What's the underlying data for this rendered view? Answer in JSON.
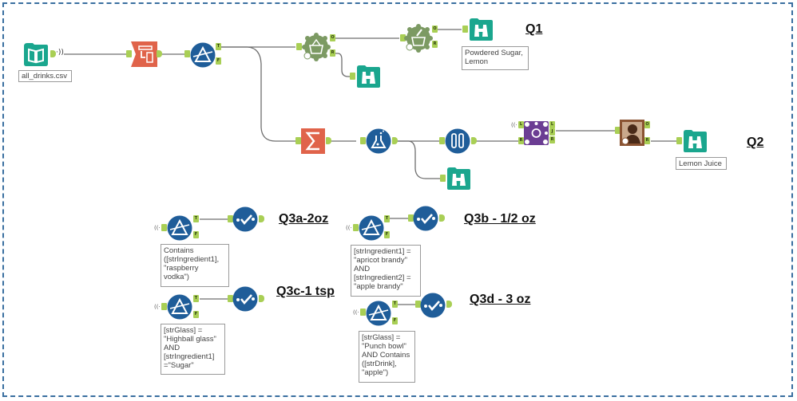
{
  "canvas": {
    "title": "Alteryx workflow canvas"
  },
  "tools": {
    "input": {
      "name": "Input Data",
      "annotation": "all_drinks.csv",
      "color": "#1aa68e"
    },
    "select": {
      "name": "Select",
      "color": "#e0634a"
    },
    "filter_main": {
      "name": "Filter",
      "color": "#1f5d99"
    },
    "market_basket_rules": {
      "name": "MB Rules",
      "color": "#7c9a63"
    },
    "market_basket_inspect": {
      "name": "MB Inspect",
      "color": "#7c9a63"
    },
    "browse_q1": {
      "name": "Browse",
      "annotation": "Powdered Sugar,\nLemon",
      "color": "#1aa68e"
    },
    "browse_rules": {
      "name": "Browse",
      "color": "#1aa68e"
    },
    "summarize": {
      "name": "Summarize",
      "color": "#e0634a"
    },
    "formula": {
      "name": "Formula",
      "color": "#1f5d99"
    },
    "browse_formula": {
      "name": "Browse",
      "color": "#1aa68e"
    },
    "sample": {
      "name": "Sample",
      "color": "#1f5d99"
    },
    "join": {
      "name": "Join",
      "color": "#6b3d93"
    },
    "predictive_tool": {
      "name": "Predictive",
      "color": "#8a5332"
    },
    "browse_q2": {
      "name": "Browse",
      "annotation": "Lemon Juice",
      "color": "#1aa68e"
    },
    "filter_q3a": {
      "name": "Filter",
      "annotation": "Contains\n([strIngredient1],\n\"raspberry\nvodka\")"
    },
    "test_q3a": {
      "name": "Test"
    },
    "filter_q3b": {
      "name": "Filter",
      "annotation": "[strIngredient1] =\n\"apricot brandy\"\nAND\n[strIngredient2] =\n\"apple brandy\""
    },
    "test_q3b": {
      "name": "Test"
    },
    "filter_q3c": {
      "name": "Filter",
      "annotation": "[strGlass] =\n\"Highball glass\"\nAND\n[strIngredient1]\n=\"Sugar\""
    },
    "test_q3c": {
      "name": "Test"
    },
    "filter_q3d": {
      "name": "Filter",
      "annotation": "[strGlass] =\n\"Punch bowl\"\nAND Contains\n([strDrink],\n\"apple\")"
    },
    "test_q3d": {
      "name": "Test"
    }
  },
  "labels": {
    "q1": "Q1",
    "q2": "Q2",
    "q3a": "Q3a-2oz",
    "q3b": "Q3b - 1/2 oz",
    "q3c": "Q3c-1 tsp",
    "q3d": "Q3d - 3 oz"
  },
  "anchors": {
    "true": "T",
    "false": "F",
    "output": "O",
    "rules": "R",
    "left": "L",
    "join": "J",
    "right": "R",
    "input": "I"
  }
}
